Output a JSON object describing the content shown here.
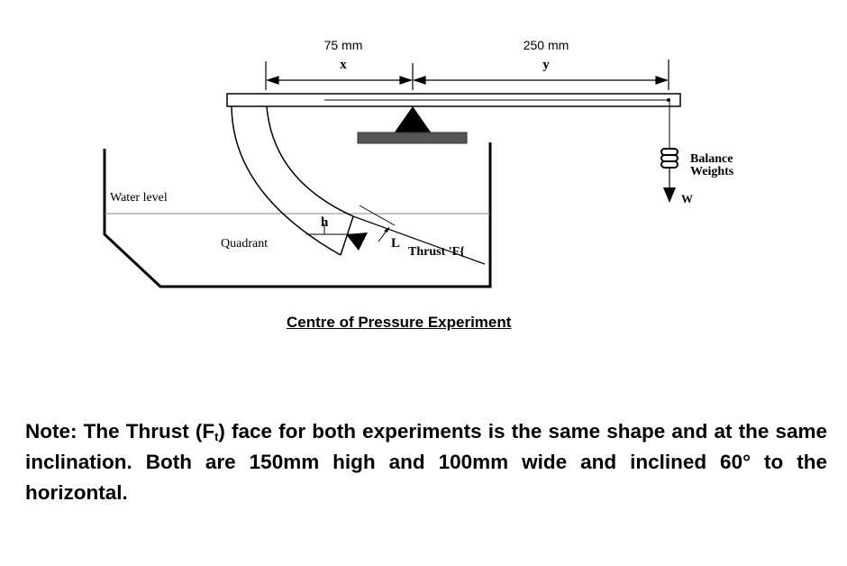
{
  "diagram": {
    "dim_x_value": "75 mm",
    "dim_x_symbol": "x",
    "dim_y_value": "250 mm",
    "dim_y_symbol": "y",
    "water_level_label": "Water level",
    "quadrant_label": "Quadrant",
    "h_label": "h",
    "l_label": "L",
    "thrust_label": "Thrust 'F{",
    "balance_label_line1": "Balance",
    "balance_label_line2": "Weights",
    "w_label": "W",
    "caption": "Centre of Pressure Experiment"
  },
  "note": {
    "prefix": "Note: The Thrust (F",
    "subscript": "t",
    "suffix": ") face for both experiments is the same shape and at the same inclination. Both are 150mm high and 100mm wide and inclined 60° to the horizontal."
  }
}
